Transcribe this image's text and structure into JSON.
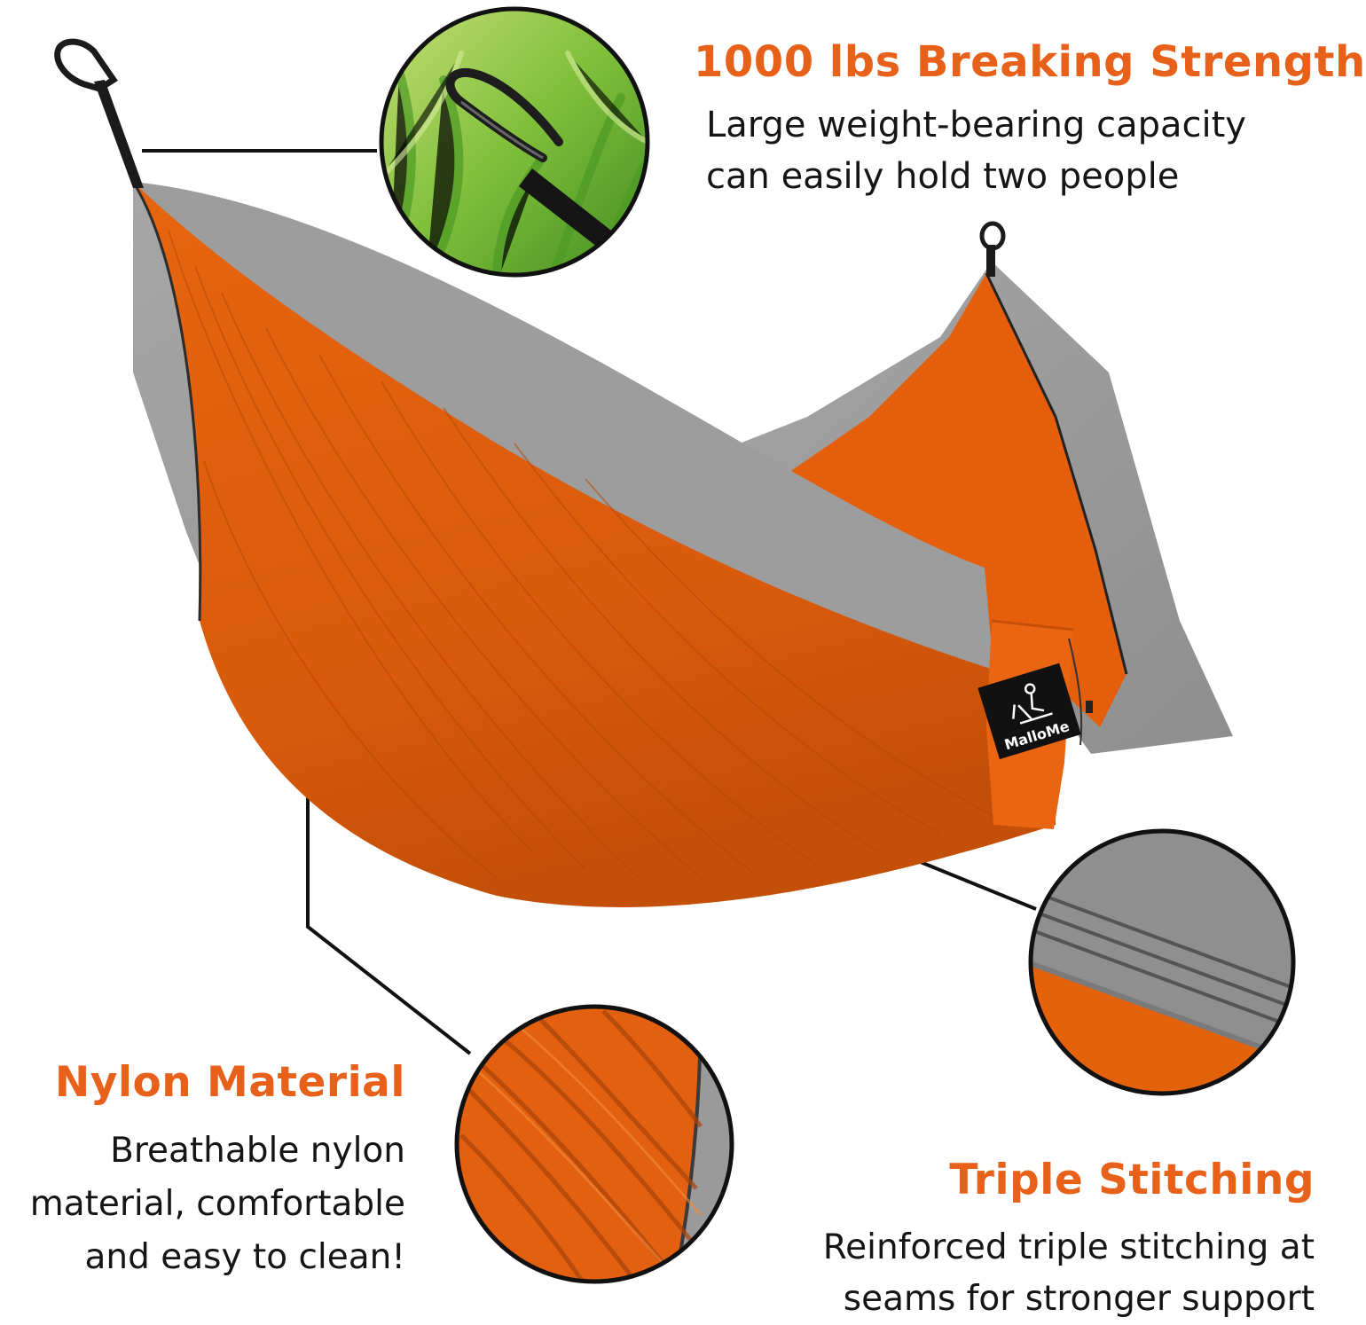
{
  "colors": {
    "accent": "#e8611a",
    "fabric_orange": "#e2600f",
    "fabric_gray": "#9b9b9b",
    "text": "#151515",
    "background": "#ffffff"
  },
  "brand": {
    "logo_text": "MalloMe"
  },
  "features": {
    "strength": {
      "title": "1000 lbs Breaking Strength",
      "lines": [
        "Large weight-bearing capacity",
        "can easily hold two people"
      ]
    },
    "nylon": {
      "title": "Nylon Material",
      "lines": [
        "Breathable nylon",
        "material, comfortable",
        "and easy to clean!"
      ]
    },
    "stitching": {
      "title": "Triple Stitching",
      "lines": [
        "Reinforced triple stitching at",
        "seams for stronger support"
      ]
    }
  },
  "icons": [
    "carabiner-icon",
    "hammock-illustration",
    "camp-chair-logo-icon"
  ]
}
